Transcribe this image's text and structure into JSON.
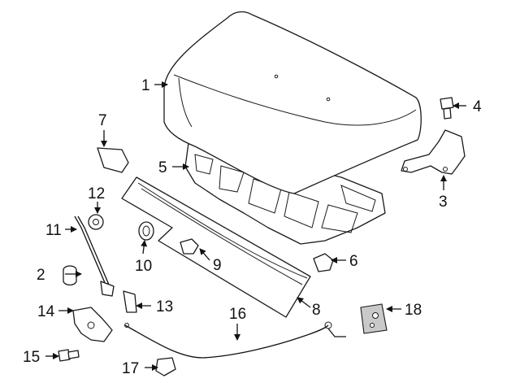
{
  "callouts": [
    {
      "id": "1",
      "label": "1"
    },
    {
      "id": "2",
      "label": "2"
    },
    {
      "id": "3",
      "label": "3"
    },
    {
      "id": "4",
      "label": "4"
    },
    {
      "id": "5",
      "label": "5"
    },
    {
      "id": "6",
      "label": "6"
    },
    {
      "id": "7",
      "label": "7"
    },
    {
      "id": "8",
      "label": "8"
    },
    {
      "id": "9",
      "label": "9"
    },
    {
      "id": "10",
      "label": "10"
    },
    {
      "id": "11",
      "label": "11"
    },
    {
      "id": "12",
      "label": "12"
    },
    {
      "id": "13",
      "label": "13"
    },
    {
      "id": "14",
      "label": "14"
    },
    {
      "id": "15",
      "label": "15"
    },
    {
      "id": "16",
      "label": "16"
    },
    {
      "id": "17",
      "label": "17"
    },
    {
      "id": "18",
      "label": "18"
    }
  ],
  "colors": {
    "line": "#1a1a1a",
    "shade": "#c9c9c9",
    "background": "#ffffff"
  }
}
